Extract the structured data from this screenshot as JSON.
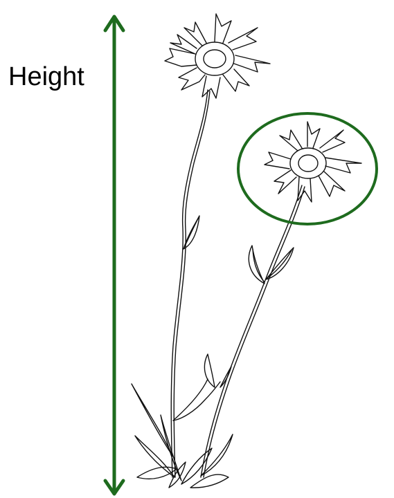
{
  "labels": {
    "height": "Height"
  },
  "colors": {
    "accent_green": "#1e6b1e",
    "line_black": "#111111",
    "background": "#ffffff"
  },
  "icons": {
    "height_arrow": "double-headed-vertical-arrow",
    "highlight_circle": "ellipse-outline"
  }
}
